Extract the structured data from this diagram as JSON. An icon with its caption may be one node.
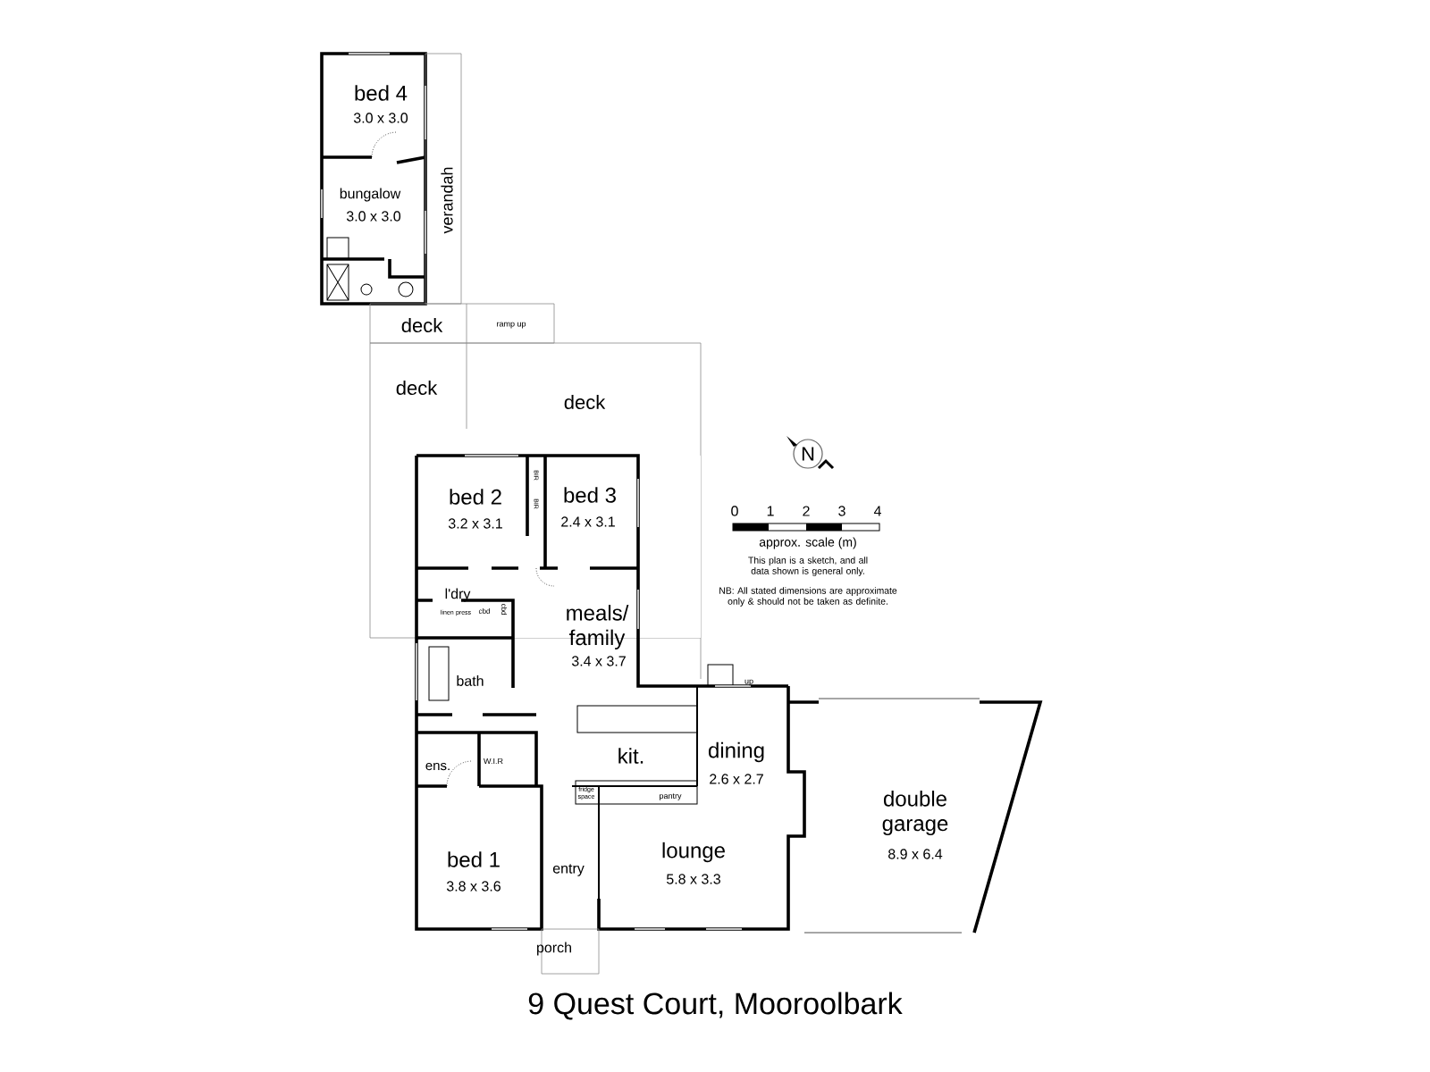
{
  "diagram": {
    "caption": "9 Quest Court, Mooroolbark",
    "labels": [
      "bed 4",
      "3.0 x 3.0",
      "verandah",
      "bungalow",
      "3.0 x 3.0",
      "deck",
      "ramp up",
      "deck",
      "deck",
      "bed 2",
      "3.2 x 3.1",
      "BIR",
      "BIR",
      "bed 3",
      "2.4 x 3.1",
      "l'dry",
      "linen press",
      "cbd",
      "cbd",
      "meals/ family",
      "3.4 x 3.7",
      "bath",
      "up",
      "kit.",
      "dining",
      "2.6 x 2.7",
      "ens.",
      "W.I.R",
      "fridge space",
      "pantry",
      "bed 1",
      "3.8 x 3.6",
      "entry",
      "lounge",
      "5.8 x 3.3",
      "double garage",
      "8.9 x 6.4",
      "porch",
      "N",
      "0",
      "1",
      "2",
      "3",
      "4",
      "approx. scale (m)",
      "This plan is a sketch, and all data shown is general only.",
      "NB: All stated dimensions are approximate only & should not be taken as definite."
    ]
  }
}
